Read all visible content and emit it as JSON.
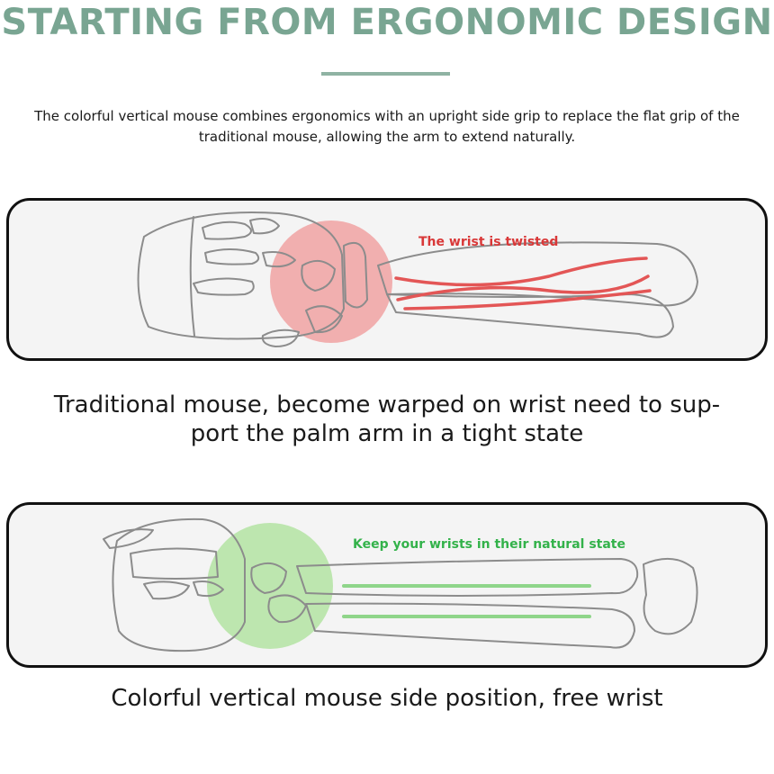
{
  "header": {
    "title": "STARTING FROM ERGONOMIC DESIGN",
    "intro": "The colorful vertical mouse combines ergonomics with an upright side grip to replace the flat grip of the traditional mouse, allowing the arm to extend naturally."
  },
  "panels": [
    {
      "annotation": "The wrist is twisted",
      "caption_line1": "Traditional mouse, become warped on wrist need to sup-",
      "caption_line2": "port the palm arm in a tight state",
      "highlight_color": "#f08a8a",
      "line_color": "#e35656"
    },
    {
      "annotation": "Keep your wrists in their natural state",
      "caption": "Colorful vertical mouse side position, free wrist",
      "highlight_color": "#9fde8a",
      "line_color": "#8fd58a"
    }
  ],
  "colors": {
    "title": "#79a592",
    "panel_border": "#111111",
    "panel_background": "#f4f4f4",
    "sketch_stroke": "#8c8c8c"
  }
}
